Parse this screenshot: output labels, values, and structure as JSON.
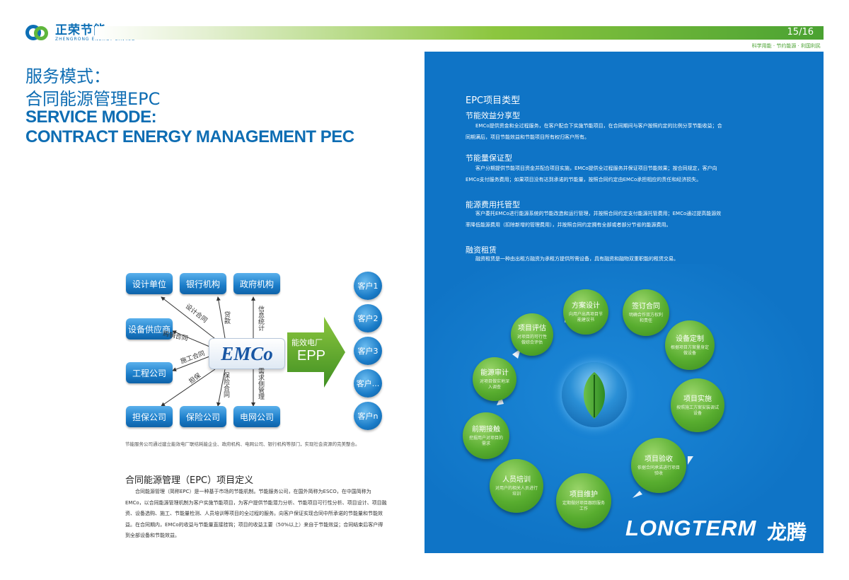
{
  "header": {
    "logo_text": "正荣节能",
    "logo_sub": "ZHENGRONG ENERGY SAVING",
    "page_number": "15/16",
    "slogan": "科学用能 · 节约能源 · 利国利民"
  },
  "left": {
    "title_cn_line1": "服务模式：",
    "title_cn_line2": "合同能源管理EPC",
    "title_en_line1": "SERVICE MODE:",
    "title_en_line2": "CONTRACT ENERGY MANAGEMENT PEC",
    "diagram": {
      "boxes": {
        "design": "设计单位",
        "bank": "银行机构",
        "gov": "政府机构",
        "supplier": "设备供应商",
        "engineering": "工程公司",
        "guarantee": "担保公司",
        "insurance": "保险公司",
        "grid": "电网公司"
      },
      "center": "EMCo",
      "arrow_top": "能效电厂",
      "arrow_bottom": "EPP",
      "labels": {
        "design_contract": "设计合同",
        "loan": "贷款",
        "info_stats": "信息统计",
        "purchase_contract": "购销合同",
        "construction_contract": "施工合同",
        "guarantee": "担保",
        "insurance_contract": "保险合同",
        "demand_side": "需求侧管理"
      },
      "clients": [
        "客户1",
        "客户2",
        "客户3",
        "客户...",
        "客户n"
      ]
    },
    "diagram_caption": "节能服务公司通过建立能效电厂联结耗能企业、政府机构、电网公司、银行机构等部门，实现社会资源的完美整合。",
    "definition": {
      "title": "合同能源管理（EPC）项目定义",
      "body": "合同能源管理（简称EPC）是一种基于市场的节能机制。节能服务公司，在国外简称为ESCO，在中国简称为EMCo，以合同能源管理机制为客户实施节能项目，为客户提供节能潜力分析、节能项目可行性分析、项目设计、项目融资、设备选购、施工、节能量检测、人员培训等项目的全过程的服务。向客户保证实现合同中所承诺的节能量和节能效益。在合同期内，EMCo的收益与节能量直接挂钩；项目的收益主要（50%以上）来自于节能效益；合同结束后客户得到全部设备和节能效益。"
    }
  },
  "right": {
    "title": "EPC项目类型",
    "types": [
      {
        "heading": "节能效益分享型",
        "body": "EMCo提供资金和全过程服务，在客户配合下实施节能项目，在合同期间与客户按照约定的比例分享节能收益；合同期满后，项目节能效益和节能项目所有权归客户所有。"
      },
      {
        "heading": "节能量保证型",
        "body": "客户分期提供节能项目资金并配合项目实施，EMCo提供全过程服务并保证项目节能效果；按合同规定，客户向EMCo支付服务费用；如果项目没有达到承诺的节能量，按照合同约定由EMCo承担相应的责任和经济损失。"
      },
      {
        "heading": "能源费用托管型",
        "body": "客户委托EMCo进行能源系统的节能改造和运行管理，并按照合同约定支付能源托管费用；EMCo通过提高能源效率降低能源费用（扣除新增的管理费用），并按照合同约定拥有全部或者部分节省的能源费用。"
      },
      {
        "heading": "融资租赁",
        "body": "融资租赁是一种由出租方融资为承租方提供所需设备，具有融资和融物双重职能的租赁交易。"
      }
    ],
    "cycle": [
      {
        "title": "方案设计",
        "desc": "向用户出具项目节能建议书"
      },
      {
        "title": "签订合同",
        "desc": "明确合作双方权利和责任"
      },
      {
        "title": "设备定制",
        "desc": "根据项目方案量身定做设备"
      },
      {
        "title": "项目实施",
        "desc": "按照施工方案安装调试设备"
      },
      {
        "title": "项目验收",
        "desc": "依据合同承诺进行项目验收"
      },
      {
        "title": "项目维护",
        "desc": "定期做好项目跟踪服务工作"
      },
      {
        "title": "人员培训",
        "desc": "对用户的相关人员进行培训"
      },
      {
        "title": "前期接触",
        "desc": "挖掘用户对项目的需求"
      },
      {
        "title": "能源审计",
        "desc": "对项目做实地深入调查"
      },
      {
        "title": "项目评估",
        "desc": "对项目的可行性做综合评估"
      }
    ],
    "brand_en": "LONGTERM",
    "brand_cn": "龙腾"
  },
  "colors": {
    "primary_blue": "#0e6db3",
    "panel_blue": "#0f74c6",
    "green": "#58ad2f"
  }
}
